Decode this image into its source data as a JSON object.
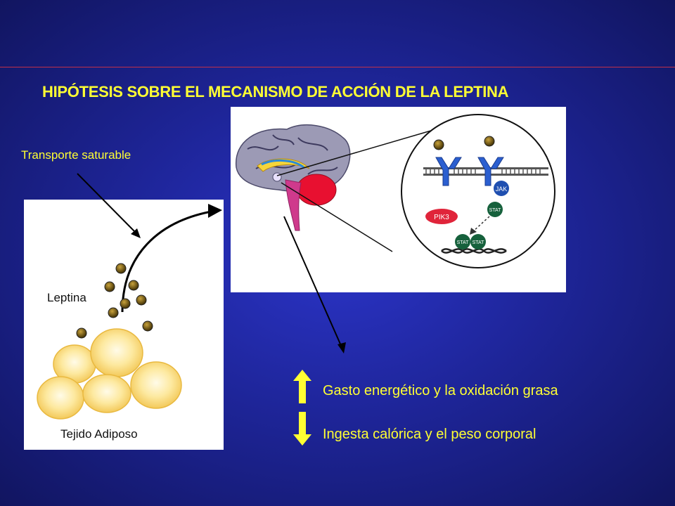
{
  "slide": {
    "title": "HIPÓTESIS SOBRE EL MECANISMO DE ACCIÓN DE LA LEPTINA",
    "transport_label": "Transporte saturable",
    "results": [
      {
        "text": "Gasto energético y la oxidación grasa",
        "direction": "up"
      },
      {
        "text": "Ingesta calórica y el peso corporal",
        "direction": "down"
      }
    ]
  },
  "left_figure": {
    "leptin_label": "Leptina",
    "tissue_label": "Tejido Adiposo"
  },
  "right_figure": {
    "jak_label": "JAK",
    "pik3_label": "PIK3",
    "stat_label": "STAT"
  },
  "colors": {
    "accent_text": "#ffff33",
    "header_line": "#c0304a",
    "fat_cell": "#fde9a0",
    "leptin_dot": "#6b5410",
    "jak": "#1f4fb0",
    "stat": "#16613c",
    "pik3": "#e0243a",
    "receptor": "#2b5fd0"
  }
}
